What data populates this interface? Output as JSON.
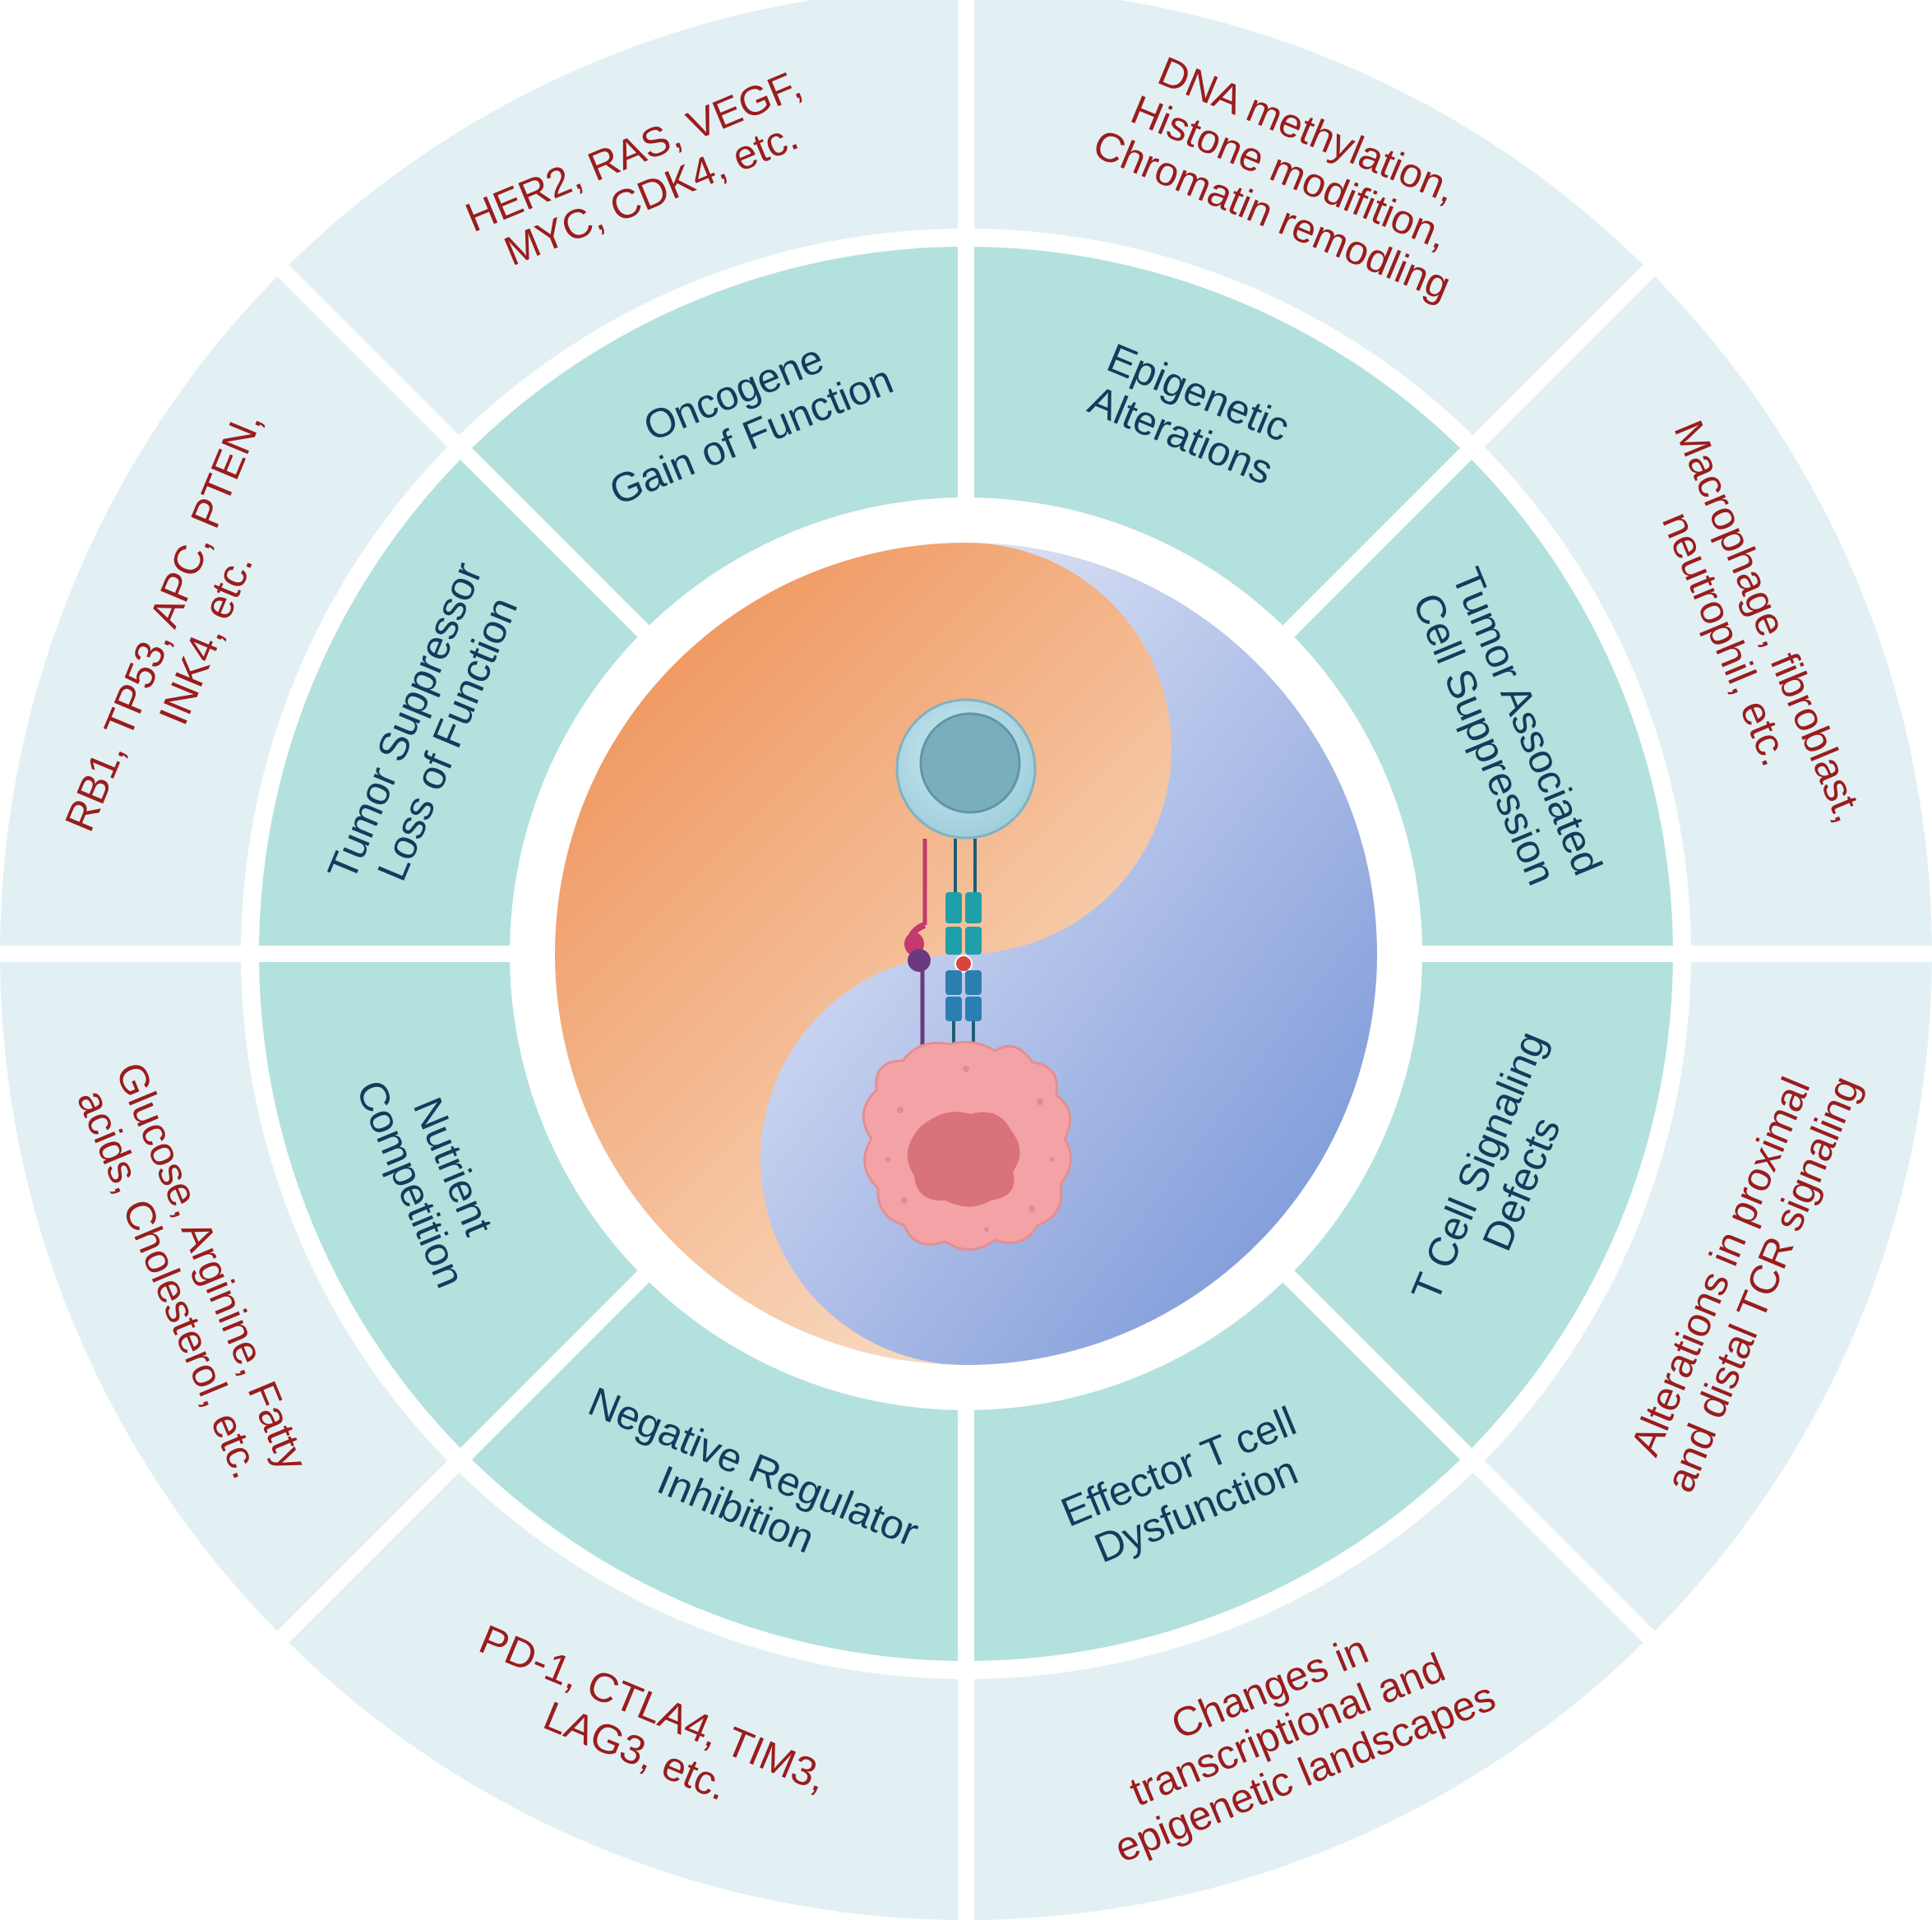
{
  "colors": {
    "outer_ring": "#e2f0f4",
    "inner_ring": "#b3e1de",
    "inner_text": "#153a5c",
    "outer_text": "#9b1c1c",
    "tumor_side": "#ef9258",
    "tcell_side": "#6f8fd5"
  },
  "sectors": [
    {
      "inner_lines": [
        "Epigenetic",
        "Alterations"
      ],
      "outer_lines": [
        "DNA methylation,",
        "Histone modifition,",
        "Chromatin remodling"
      ]
    },
    {
      "inner_lines": [
        "Tumor Associated",
        "Cell Suppression"
      ],
      "outer_lines": [
        "Macrophage, fibroblast,",
        "neutrophil, etc."
      ]
    },
    {
      "inner_lines": [
        "T Cell Signaling",
        "Defects"
      ],
      "outer_lines": [
        "Alterations in proximal",
        "and distal TCR signaling"
      ]
    },
    {
      "inner_lines": [
        "Effector T cell",
        "Dysfunction"
      ],
      "outer_lines": [
        "Changes in",
        "transcriptional and",
        "epigenetic landscapes"
      ]
    },
    {
      "inner_lines": [
        "Negative Regulator",
        "Inhibition"
      ],
      "outer_lines": [
        "PD-1, CTLA4, TIM3,",
        "LAG3, etc."
      ]
    },
    {
      "inner_lines": [
        "Nutrient",
        "Competition"
      ],
      "outer_lines": [
        "Glucose, Arginine, Fatty",
        "acids, Cholesterol, etc."
      ]
    },
    {
      "inner_lines": [
        "Tumor Suppressor",
        "Loss of Function"
      ],
      "outer_lines": [
        "RB1, TP53, APC, PTEN,",
        "INK4, etc."
      ]
    },
    {
      "inner_lines": [
        "Oncogene",
        "Gain of Function"
      ],
      "outer_lines": [
        "HER2, RAS, VEGF,",
        "MYC, CDK4, etc."
      ]
    }
  ],
  "center": {
    "icons": [
      "yin-yang-icon",
      "t-cell-icon",
      "tcr-complex-icon",
      "tumor-cell-icon"
    ]
  }
}
